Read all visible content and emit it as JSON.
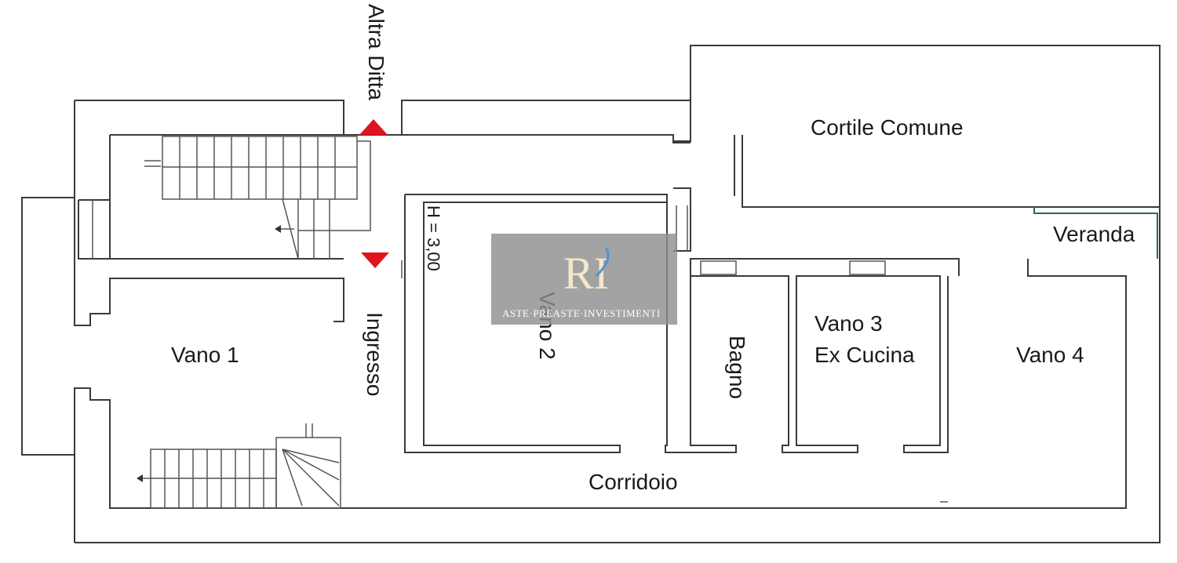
{
  "rooms": {
    "cortile": "Cortile Comune",
    "veranda": "Veranda",
    "vano1": "Vano 1",
    "ingresso": "Ingresso",
    "vano2": "Vano 2",
    "height": "H = 3,00",
    "bagno": "Bagno",
    "vano3_line1": "Vano 3",
    "vano3_line2": "Ex Cucina",
    "vano4": "Vano 4",
    "corridoio": "Corridoio",
    "altra_ditta": "Altra Ditta"
  },
  "watermark": {
    "logo_letters": "RI",
    "tagline": "ASTE·PREASTE·INVESTIMENTI"
  },
  "colors": {
    "wall": "#3a3a3a",
    "marker": "#e0141c",
    "watermark": "#8f8f8f"
  }
}
